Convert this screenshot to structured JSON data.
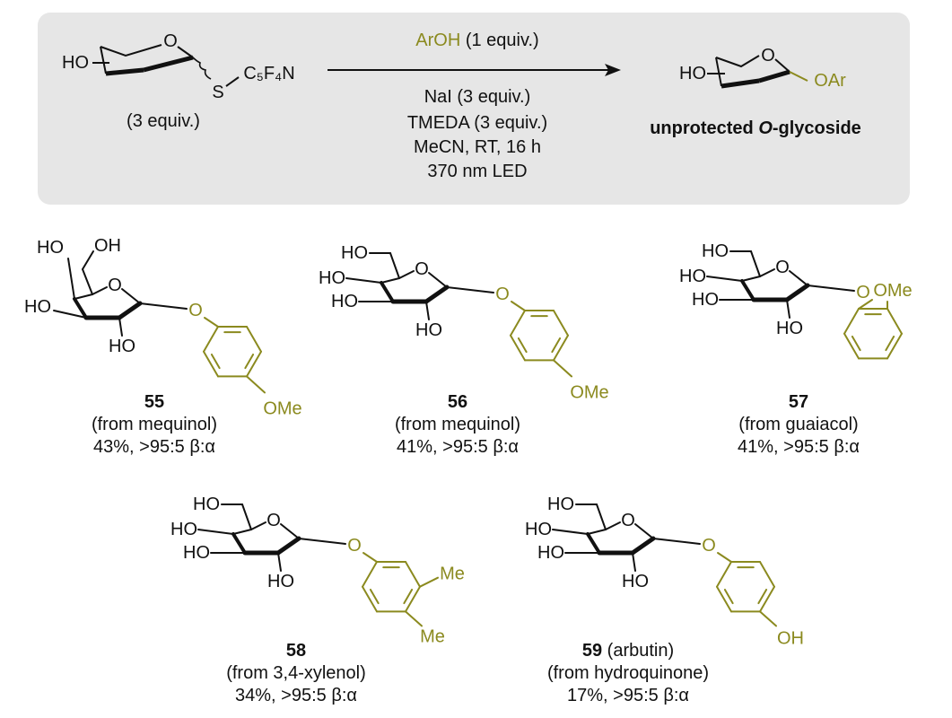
{
  "colors": {
    "aryl": "#8b8a1f",
    "box": "#e6e6e6",
    "ink": "#111111"
  },
  "scheme": {
    "reactant": {
      "ho": "HO",
      "ring_o": "O",
      "s": "S",
      "group": "C₅F₄N",
      "equiv": "(3 equiv.)"
    },
    "reagent_top": {
      "aroh": "ArOH",
      "equiv": " (1 equiv.)"
    },
    "conditions": [
      "NaI (3 equiv.)",
      "TMEDA (3 equiv.)",
      "MeCN, RT, 16 h",
      "370 nm LED"
    ],
    "product": {
      "ho": "HO",
      "ring_o": "O",
      "oar": "OAr",
      "label_pre": "unprotected ",
      "label_italic": "O",
      "label_post": "-glycoside"
    }
  },
  "compounds": [
    {
      "number": "55",
      "name": "",
      "source": "(from mequinol)",
      "yield": "43%, >95:5 β:α",
      "sugar_labels": [
        "OH",
        "HO",
        "HO",
        "O",
        "HO",
        "O"
      ],
      "aryl_labels": [
        "OMe"
      ]
    },
    {
      "number": "56",
      "name": "",
      "source": "(from mequinol)",
      "yield": "41%, >95:5 β:α",
      "sugar_labels": [
        "HO",
        "HO",
        "HO",
        "O",
        "HO",
        "O"
      ],
      "aryl_labels": [
        "OMe"
      ]
    },
    {
      "number": "57",
      "name": "",
      "source": "(from guaiacol)",
      "yield": "41%, >95:5 β:α",
      "sugar_labels": [
        "HO",
        "HO",
        "HO",
        "O",
        "HO",
        "O"
      ],
      "aryl_labels": [
        "OMe"
      ]
    },
    {
      "number": "58",
      "name": "",
      "source": "(from 3,4-xylenol)",
      "yield": "34%, >95:5 β:α",
      "sugar_labels": [
        "HO",
        "HO",
        "HO",
        "O",
        "HO",
        "O"
      ],
      "aryl_labels": [
        "Me",
        "Me"
      ]
    },
    {
      "number": "59",
      "name": " (arbutin)",
      "source": "(from hydroquinone)",
      "yield": "17%, >95:5 β:α",
      "sugar_labels": [
        "HO",
        "HO",
        "HO",
        "O",
        "HO",
        "O"
      ],
      "aryl_labels": [
        "OH"
      ]
    }
  ]
}
